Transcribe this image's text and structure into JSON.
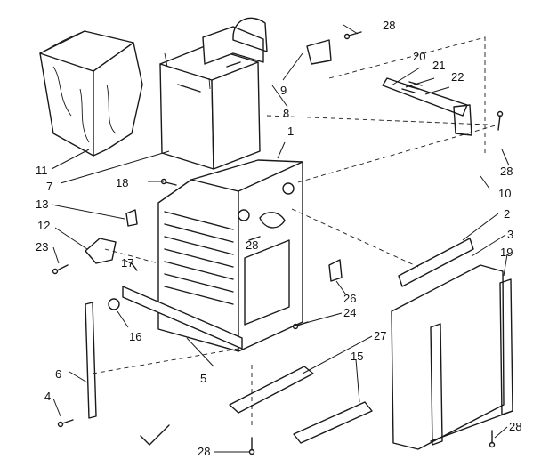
{
  "diagram": {
    "type": "exploded-parts-view",
    "callouts": [
      "1",
      "2",
      "3",
      "4",
      "5",
      "6",
      "7",
      "8",
      "9",
      "10",
      "11",
      "12",
      "13",
      "15",
      "16",
      "17",
      "18",
      "19",
      "20",
      "21",
      "22",
      "23",
      "24",
      "26",
      "27",
      "28",
      "28",
      "28",
      "28",
      "28"
    ]
  }
}
